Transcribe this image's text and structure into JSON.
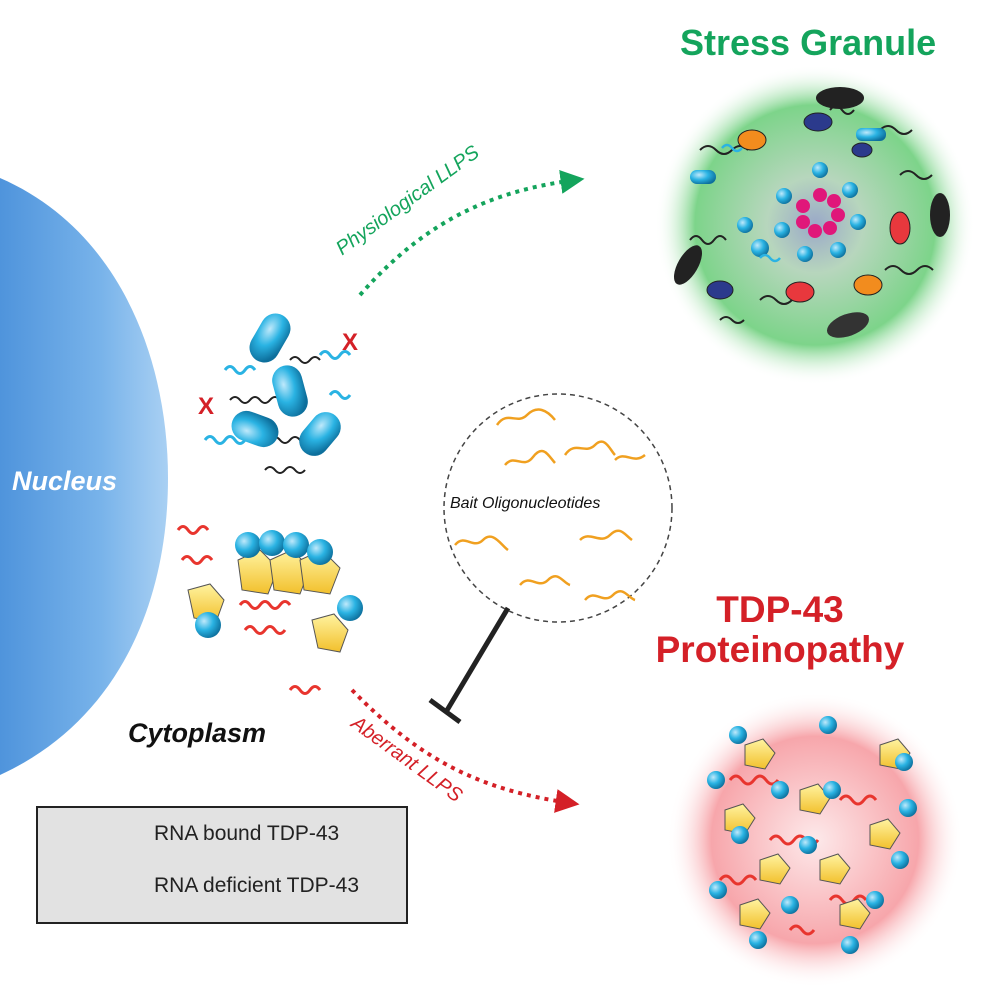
{
  "labels": {
    "stress_granule": "Stress Granule",
    "physiological_llps": "Physiological LLPS",
    "nucleus": "Nucleus",
    "bait_oligonucleotides": "Bait Oligonucleotides",
    "tdp43_line1": "TDP-43",
    "tdp43_line2": "Proteinopathy",
    "cytoplasm": "Cytoplasm",
    "aberrant_llps": "Aberrant LLPS",
    "blocked_mark": "X"
  },
  "legend": {
    "rna_bound": "RNA bound TDP-43",
    "rna_deficient": "RNA deficient TDP-43"
  },
  "colors": {
    "green": "#14a45c",
    "red": "#d42027",
    "nucleus_blue": "#6aa7e0",
    "protein_cyan": "#2ab3e3",
    "pentagon_yellow": "#f5d23a",
    "oligo_orange": "#f0a020"
  }
}
